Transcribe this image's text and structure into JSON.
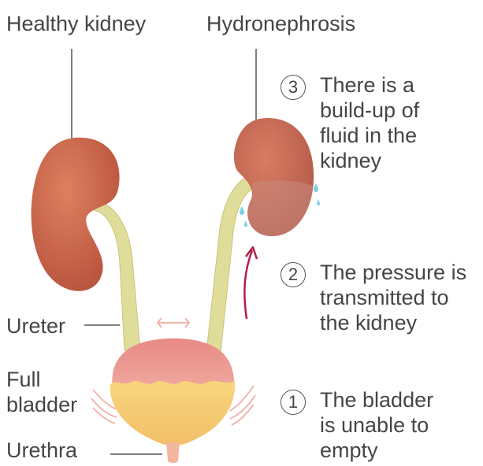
{
  "labels": {
    "healthy_kidney": "Healthy kidney",
    "hydronephrosis": "Hydronephrosis",
    "ureter": "Ureter",
    "full_bladder": "Full\nbladder",
    "urethra": "Urethra"
  },
  "steps": [
    {
      "number": "3",
      "text": "There is a\nbuild-up of\nfluid in the\nkidney"
    },
    {
      "number": "2",
      "text": "The pressure is\ntransmitted to\nthe kidney"
    },
    {
      "number": "1",
      "text": "The bladder\nis unable to\nempty"
    }
  ],
  "colors": {
    "kidney": "#c9654a",
    "kidney_swollen": "#c46a55",
    "ureter": "#e0dc9a",
    "bladder_top": "#f0a8a0",
    "bladder_fluid": "#f6cf7a",
    "arrow": "#b0204a",
    "droplet": "#7fd0e0"
  }
}
